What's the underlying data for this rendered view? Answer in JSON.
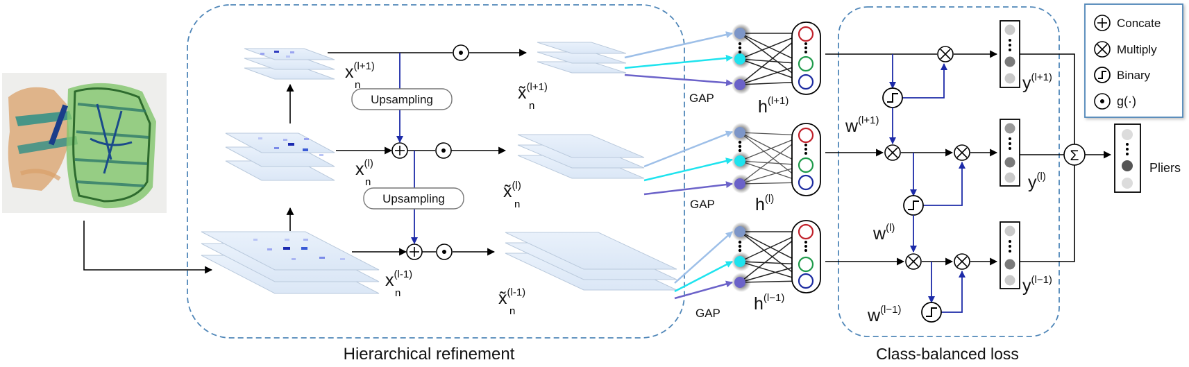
{
  "regions": {
    "hierarchical": "Hierarchical refinement",
    "classbalanced": "Class-balanced loss"
  },
  "ops": {
    "upsampling": "Upsampling"
  },
  "gap": "GAP",
  "var_x": "x",
  "var_x_tilde": "x̃",
  "var_h": "h",
  "var_w": "w",
  "var_y": "y",
  "sub_n": "n",
  "levels": {
    "plus": "(l+1)",
    "mid": "(l)",
    "minus": "(l-1)",
    "minus_dash": "(l−1)"
  },
  "legend": [
    {
      "icon": "concat-icon",
      "label": "Concate"
    },
    {
      "icon": "multiply-icon",
      "label": "Multiply"
    },
    {
      "icon": "binary-icon",
      "label": "Binary"
    },
    {
      "icon": "g-function-icon",
      "label": "g(·)"
    }
  ],
  "sum_symbol": "Σ",
  "output": "Pliers",
  "colors": {
    "dashed": "#4f86b8",
    "flow": "#1c2aa8",
    "cyan": "#1ee3ee",
    "light_blue": "#9dbfe8",
    "purple": "#6b62c9",
    "node_red": "#c0202a",
    "node_green": "#1e9a4a",
    "node_blue": "#1b2aa0"
  }
}
